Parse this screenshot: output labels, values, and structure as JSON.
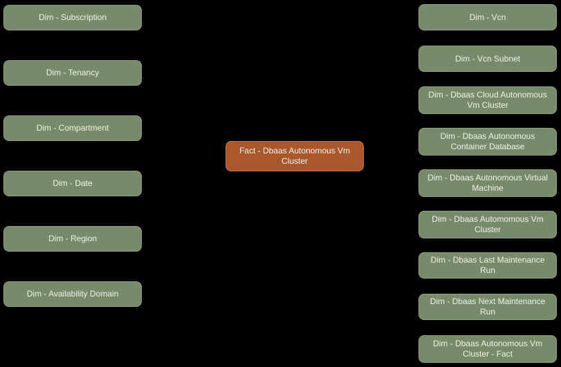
{
  "diagram": {
    "background_color": "#000000",
    "dimension_fill_color": "#778a69",
    "fact_fill_color": "#a9582e",
    "text_color": "#f2f1ec",
    "left_nodes": [
      {
        "label": "Dim - Subscription"
      },
      {
        "label": "Dim - Tenancy"
      },
      {
        "label": "Dim - Compartment"
      },
      {
        "label": "Dim - Date"
      },
      {
        "label": "Dim - Region"
      },
      {
        "label": "Dim - Availability Domain"
      }
    ],
    "center_node": {
      "label": "Fact - Dbaas Autonomous Vm Cluster"
    },
    "right_nodes": [
      {
        "label": "Dim - Vcn"
      },
      {
        "label": "Dim - Vcn Subnet"
      },
      {
        "label": "Dim - Dbaas Cloud Autonomous Vm Cluster"
      },
      {
        "label": "Dim - Dbaas Autonomous Container Database"
      },
      {
        "label": "Dim - Dbaas Autonomous Virtual Machine"
      },
      {
        "label": "Dim - Dbaas Automomous Vm Cluster"
      },
      {
        "label": "Dim - Dbaas Last Maintenance Run"
      },
      {
        "label": "Dim - Dbaas Next Maintenance Run"
      },
      {
        "label": "Dim - Dbaas Autonomous Vm Cluster - Fact"
      }
    ]
  }
}
